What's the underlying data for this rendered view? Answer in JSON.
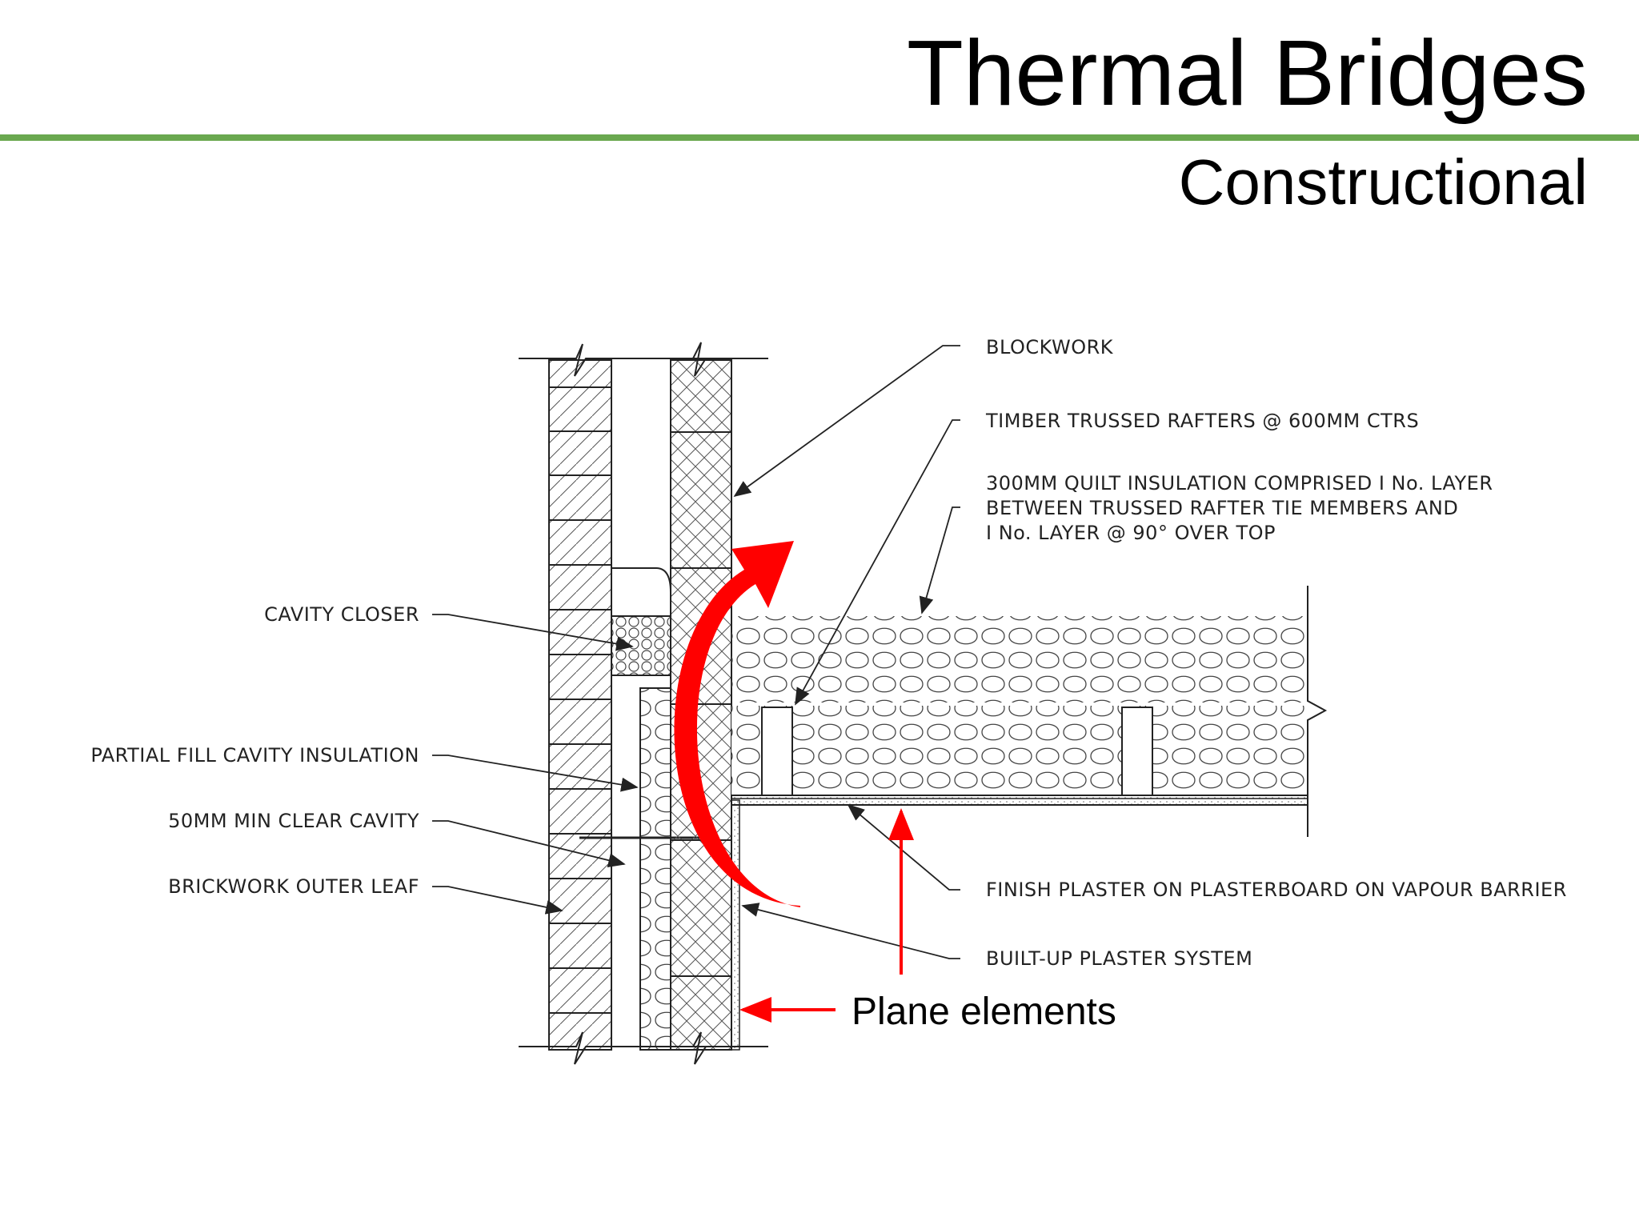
{
  "slide": {
    "title": "Thermal Bridges",
    "subtitle": "Constructional",
    "accent_color": "#6aa84f",
    "arrow_color": "#ff0000"
  },
  "labels": {
    "blockwork": "BLOCKWORK",
    "rafters": "TIMBER TRUSSED RAFTERS @ 600MM CTRS",
    "quilt_line1": "300MM QUILT INSULATION COMPRISED I No. LAYER",
    "quilt_line2": "BETWEEN TRUSSED RAFTER TIE MEMBERS AND",
    "quilt_line3": "I No. LAYER @ 90° OVER TOP",
    "cavity_closer": "CAVITY CLOSER",
    "partial_fill": "PARTIAL FILL CAVITY INSULATION",
    "clear_cavity": "50MM MIN CLEAR CAVITY",
    "brickwork": "BRICKWORK OUTER LEAF",
    "finish_plaster": "FINISH PLASTER ON PLASTERBOARD ON VAPOUR BARRIER",
    "plaster_system": "BUILT-UP PLASTER SYSTEM"
  },
  "annotations": {
    "plane_elements": "Plane elements"
  }
}
